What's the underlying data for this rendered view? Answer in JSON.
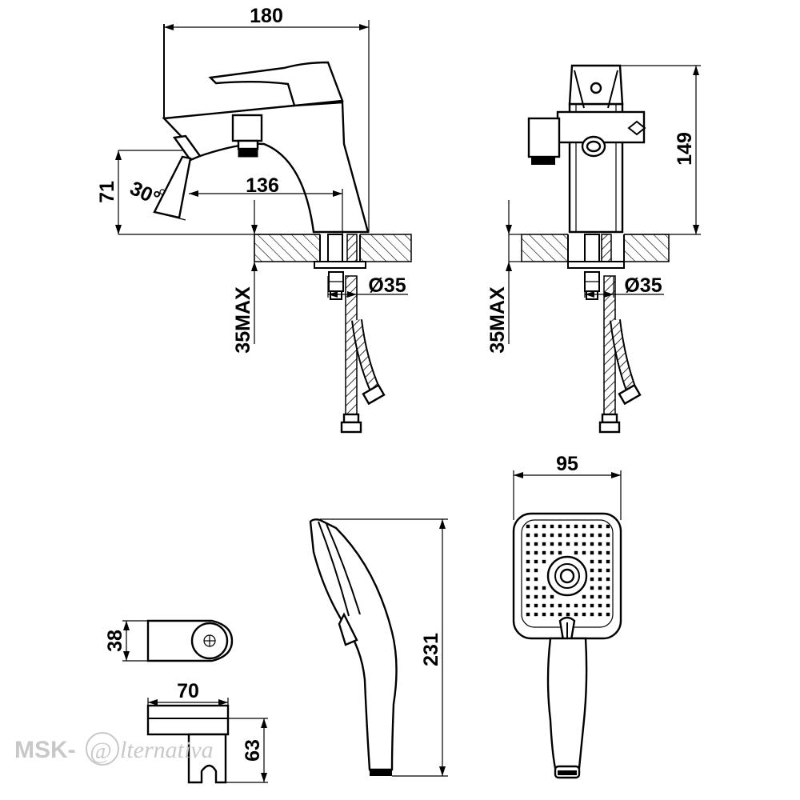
{
  "dimensions": {
    "faucet_width": "180",
    "faucet_spout_reach": "136",
    "faucet_lever_height": "71",
    "faucet_angle": "30°",
    "side_height": "149",
    "deck_thickness_left": "35MAX",
    "deck_thickness_right": "35MAX",
    "hole_diameter_left": "Ø35",
    "hole_diameter_right": "Ø35",
    "holder_height": "38",
    "bracket_width": "70",
    "bracket_height": "63",
    "handshower_length": "231",
    "handshower_width": "95"
  },
  "watermark": {
    "prefix": "MSK-",
    "symbol": "@",
    "suffix": "lternativa"
  }
}
